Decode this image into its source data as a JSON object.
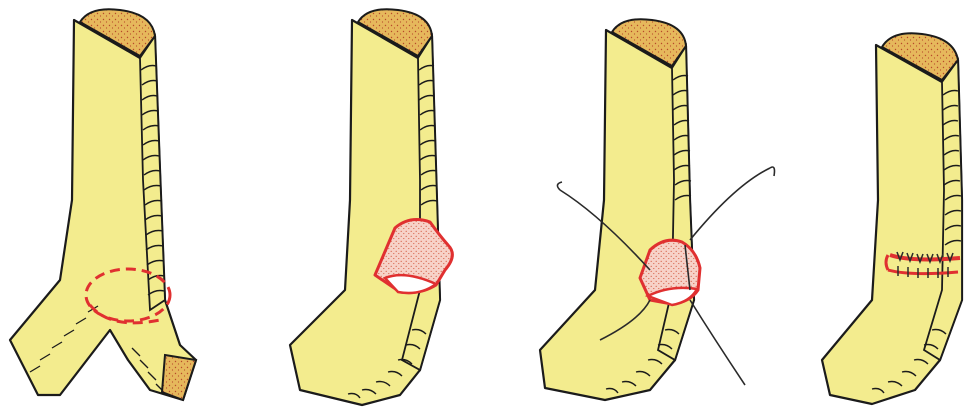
{
  "figure": {
    "panel_count": 4,
    "colors": {
      "vessel_fill": "#f3ec8e",
      "vessel_outline": "#1b1b1b",
      "lumen_fill": "#e6b85c",
      "lumen_speckle": "#b84a2a",
      "incision_red": "#e03030",
      "suture_thread": "#2a2a2a",
      "background": "#ffffff"
    },
    "panels": [
      {
        "step": 1,
        "depicts": "branch-marked-for-excision"
      },
      {
        "step": 2,
        "depicts": "branch-excised-opening"
      },
      {
        "step": 3,
        "depicts": "opening-being-sutured"
      },
      {
        "step": 4,
        "depicts": "opening-closed-with-sutures"
      }
    ]
  }
}
